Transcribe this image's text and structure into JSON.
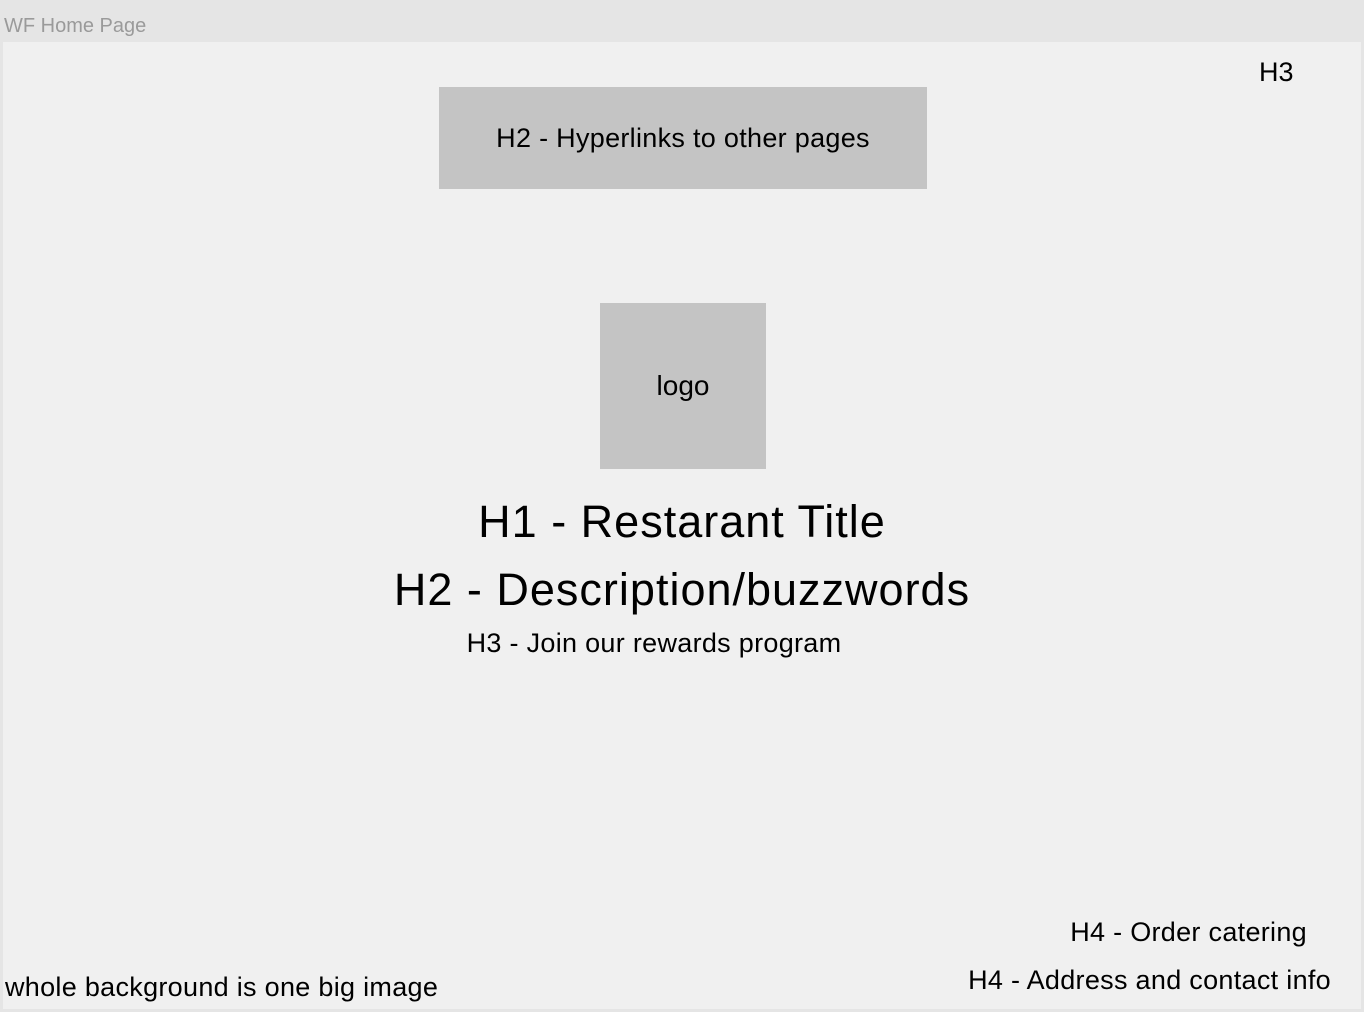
{
  "frame": {
    "label": "WF Home Page",
    "background_color": "#f0f0f0",
    "placeholder_color": "#c4c4c4"
  },
  "header": {
    "top_right_label": "H3",
    "nav_placeholder": "H2 - Hyperlinks to other pages"
  },
  "hero": {
    "logo_label": "logo",
    "title": "H1 - Restarant Title",
    "description": "H2 - Description/buzzwords",
    "rewards": "H3 - Join our rewards program"
  },
  "footer": {
    "catering": "H4 - Order catering",
    "address": "H4 - Address and contact info",
    "background_note": "whole background is one big image"
  }
}
